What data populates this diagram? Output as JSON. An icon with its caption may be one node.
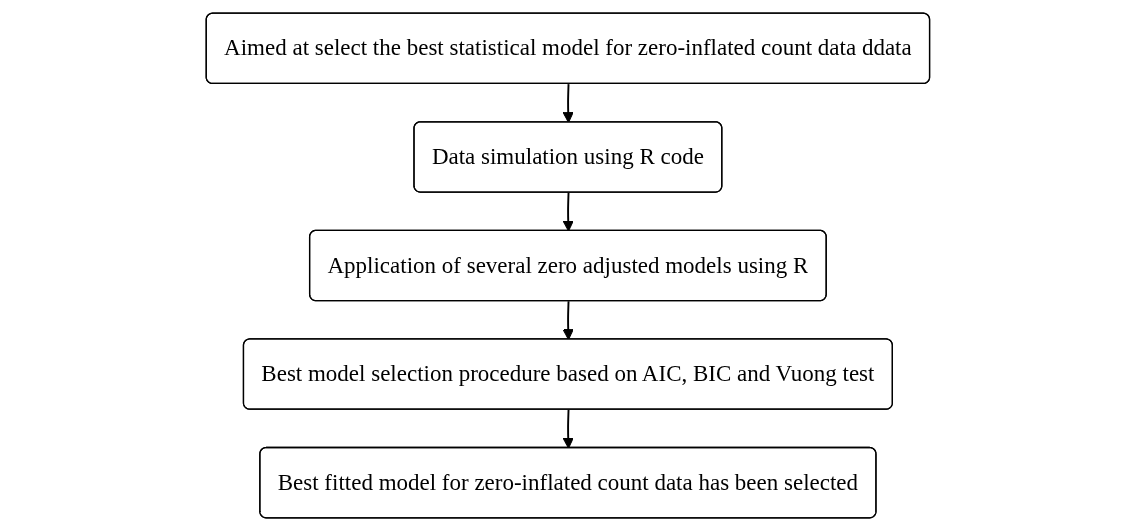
{
  "diagram": {
    "nodes": [
      {
        "text": [
          "Aimed at select the best statistical model for zero-inflated count data ddata"
        ]
      },
      {
        "text": [
          "Data simulation using R code"
        ]
      },
      {
        "text": [
          "Application of several zero adjusted models using R"
        ]
      },
      {
        "text": [
          "Best model selection procedure based on AIC, BIC and Vuong test"
        ]
      },
      {
        "text": [
          "Best fitted model for zero-inflated count data has been selected"
        ]
      }
    ],
    "edges": [
      {
        "from": 0,
        "to": 1,
        "arrow": "to"
      },
      {
        "from": 1,
        "to": 2,
        "arrow": "to"
      },
      {
        "from": 2,
        "to": 3,
        "arrow": "to"
      },
      {
        "from": 3,
        "to": 4,
        "arrow": "to"
      }
    ]
  }
}
